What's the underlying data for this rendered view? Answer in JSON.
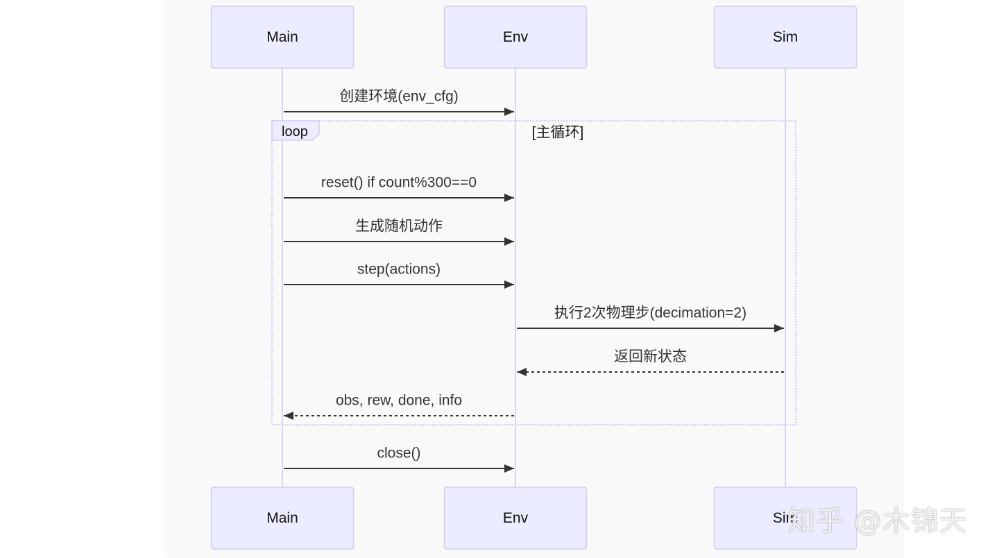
{
  "diagram": {
    "type": "sequence",
    "colors": {
      "canvas": "#f9f9fa",
      "actor_fill": "#ececff",
      "actor_stroke": "#cfcdf2",
      "lifeline": "#d8d4f4",
      "arrow": "#333333",
      "loop_border": "#cfcdf2",
      "loop_label_fill": "#ececff",
      "text": "#333333"
    },
    "participants": [
      {
        "id": "main",
        "name": "Main"
      },
      {
        "id": "env",
        "name": "Env"
      },
      {
        "id": "sim",
        "name": "Sim"
      }
    ],
    "messages": [
      {
        "from": "main",
        "to": "env",
        "text": "创建环境(env_cfg)",
        "style": "solid"
      },
      {
        "from": "main",
        "to": "env",
        "text": "reset() if count%300==0",
        "style": "solid"
      },
      {
        "from": "main",
        "to": "env",
        "text": "生成随机动作",
        "style": "solid"
      },
      {
        "from": "main",
        "to": "env",
        "text": "step(actions)",
        "style": "solid"
      },
      {
        "from": "env",
        "to": "sim",
        "text": "执行2次物理步(decimation=2)",
        "style": "solid"
      },
      {
        "from": "sim",
        "to": "env",
        "text": "返回新状态",
        "style": "dashed"
      },
      {
        "from": "env",
        "to": "main",
        "text": "obs, rew, done, info",
        "style": "dashed"
      },
      {
        "from": "main",
        "to": "env",
        "text": "close()",
        "style": "solid"
      }
    ],
    "loop": {
      "keyword": "loop",
      "condition": "[主循环]",
      "first_message": 1,
      "last_message": 6
    }
  },
  "watermark": "知乎 @木锦天"
}
